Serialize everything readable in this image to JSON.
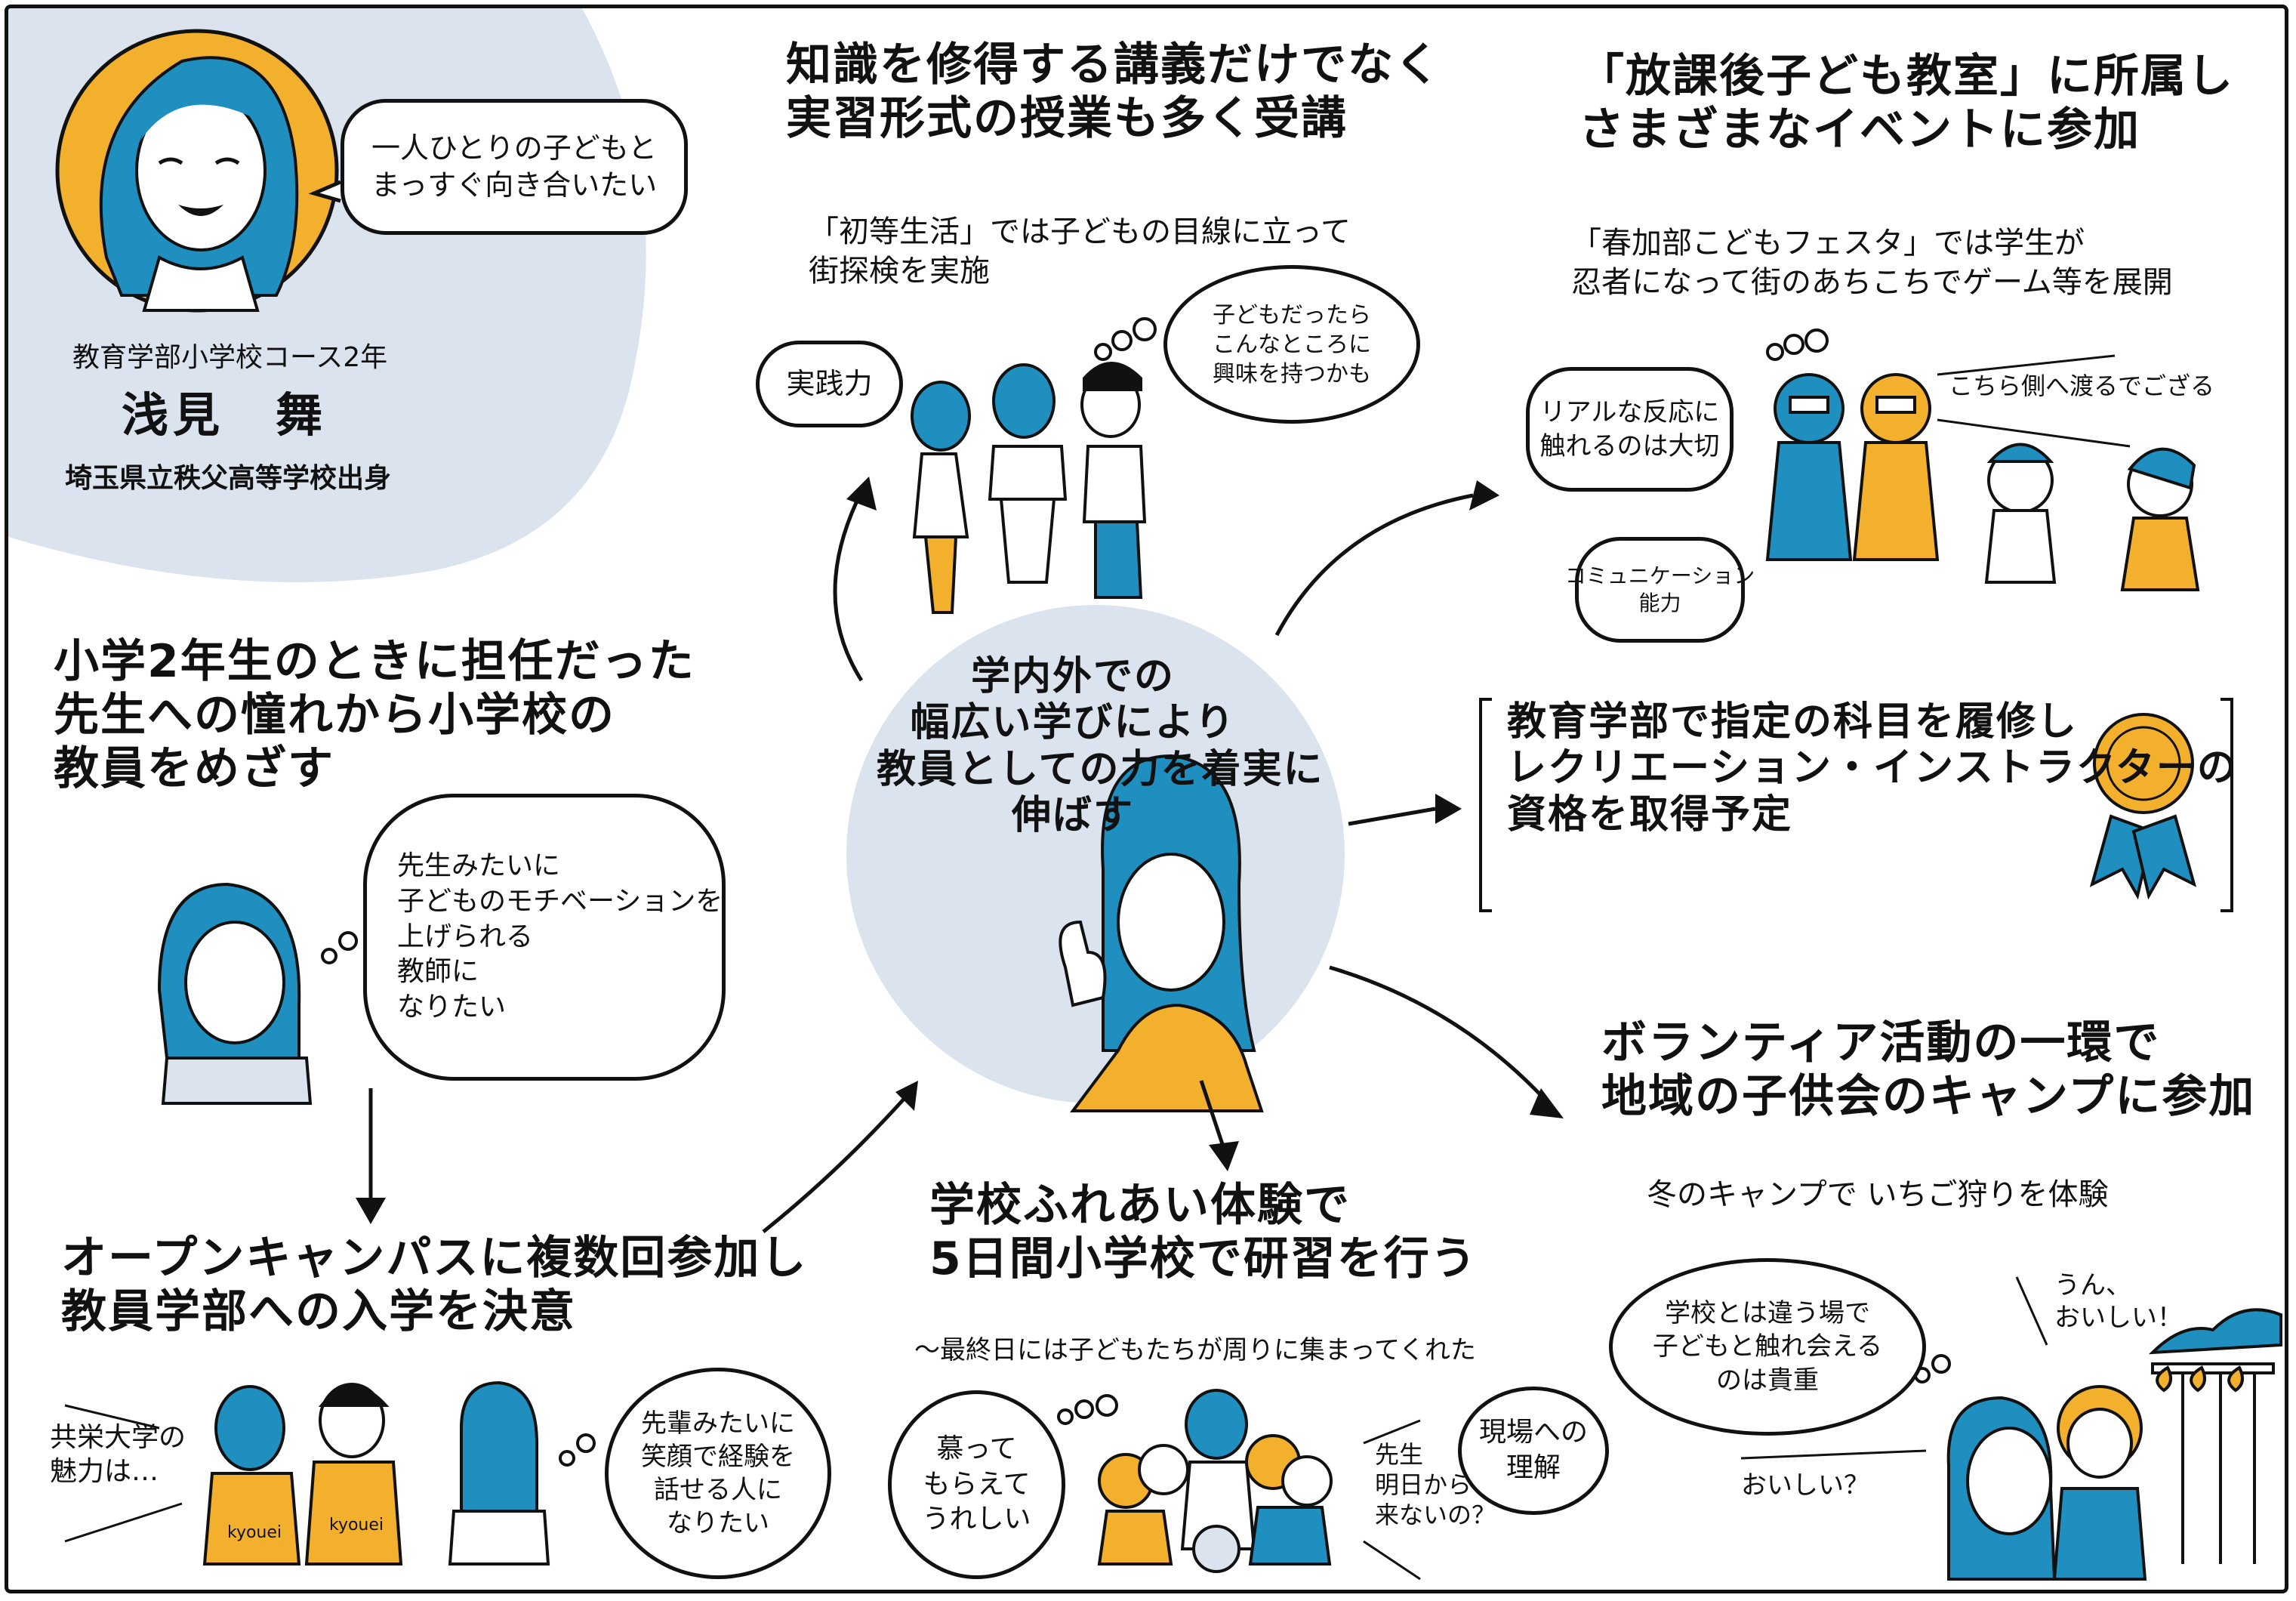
{
  "profile": {
    "speech": "一人ひとりの子どもと\nまっすぐ向き合いたい",
    "affiliation": "教育学部小学校コース2年",
    "name": "浅見　舞",
    "school": "埼玉県立秩父高等学校出身"
  },
  "center": {
    "text": "学内外での\n幅広い学びにより\n教員としての力を着実に\n伸ばす"
  },
  "top": {
    "title": "知識を修得する講義だけでなく\n実習形式の授業も多く受講",
    "sub": "「初等生活」では子どもの目線に立って\n街探検を実施",
    "skill": "実践力",
    "thought": "子どもだったら\nこんなところに\n興味を持つかも"
  },
  "top_right": {
    "title": "「放課後子ども教室」に所属し\nさまざまなイベントに参加",
    "sub": "「春加部こどもフェスタ」では学生が\n忍者になって街のあちこちでゲーム等を展開",
    "bubble": "リアルな反応に\n触れるのは大切",
    "skill": "コミュニケーション\n能力",
    "caption": "こちら側へ渡るでござる"
  },
  "left": {
    "title": "小学2年生のときに担任だった\n先生への憧れから小学校の\n教員をめざす",
    "thought": "先生みたいに\n子どものモチベーションを\n上げられる\n教師に\nなりたい"
  },
  "right": {
    "text": "教育学部で指定の科目を履修し\nレクリエーション・インストラクターの\n資格を取得予定"
  },
  "bottom_left": {
    "title": "オープンキャンパスに複数回参加し\n教員学部への入学を決意",
    "caption": "共栄大学の\n魅力は…",
    "thought": "先輩みたいに\n笑顔で経験を\n話せる人に\nなりたい",
    "shirt1": "kyouei",
    "shirt2": "kyouei"
  },
  "bottom_center": {
    "title": "学校ふれあい体験で\n5日間小学校で研習を行う",
    "sub": "～最終日には子どもたちが周りに集まってくれた",
    "thought": "慕って\nもらえて\nうれしい",
    "caption": "先生\n明日から\n来ないの？",
    "skill": "現場への\n理解"
  },
  "bottom_right": {
    "title": "ボランティア活動の一環で\n地域の子供会のキャンプに参加",
    "sub": "冬のキャンプで いちご狩りを体験",
    "thought": "学校とは違う場で\n子どもと触れ会える\nのは貴重",
    "caption1": "うん、\nおいしい！",
    "caption2": "おいしい？"
  },
  "colors": {
    "blue": "#1f8fc0",
    "orange": "#f3b02c",
    "pale_blue": "#dbe3ee",
    "ink": "#111111"
  }
}
